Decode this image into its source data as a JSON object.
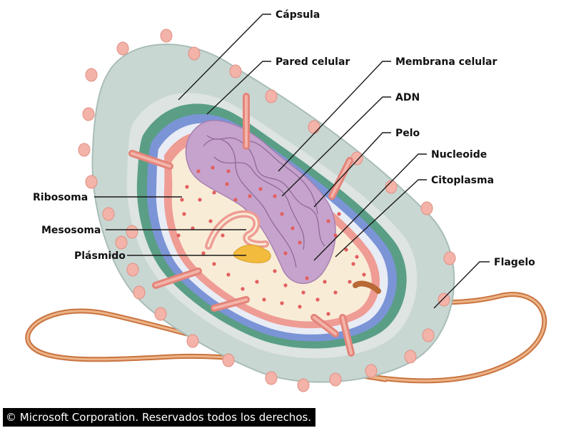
{
  "labels": {
    "capsula": "Cápsula",
    "pared_celular": "Pared celular",
    "membrana_celular": "Membrana celular",
    "adn": "ADN",
    "pelo": "Pelo",
    "nucleoide": "Nucleoide",
    "citoplasma": "Citoplasma",
    "ribosoma": "Ribosoma",
    "mesosoma": "Mesosoma",
    "plasmido": "Plásmido",
    "flagelo": "Flagelo"
  },
  "copyright": "© Microsoft Corporation. Reservados todos los derechos.",
  "colors": {
    "capsule": "#c9d7d3",
    "cell_wall_green": "#5a9e86",
    "cell_wall_blue": "#7b94d6",
    "membrane": "#ee9c94",
    "cytoplasm": "#f8ecd7",
    "nucleoid": "#c6a3cc",
    "pili": "#f3b3a8",
    "ribosome": "#e35f5f",
    "plasmid": "#f3bb3d",
    "flagellum": "#d1824c"
  }
}
